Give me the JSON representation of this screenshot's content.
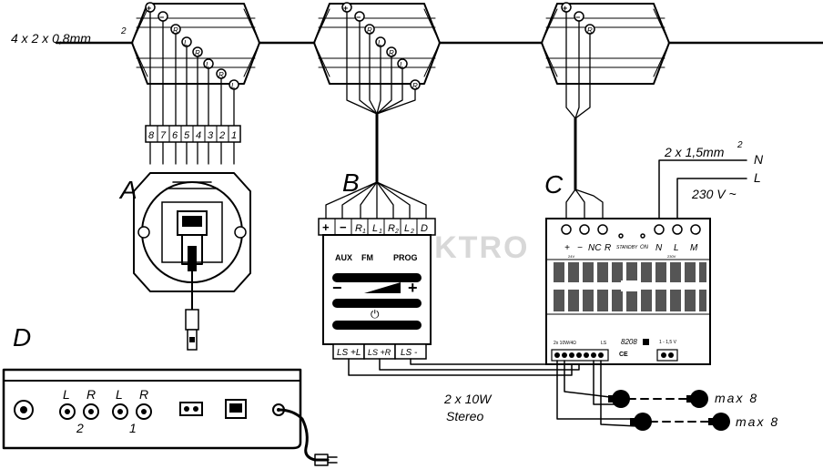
{
  "cable_spec": "4 x 2 x 0,8mm",
  "cable_spec_sup": "2",
  "terminal_markers": {
    "plus": "+",
    "minus": "−",
    "r": "R",
    "l": "L"
  },
  "mains": {
    "cable": "2 x 1,5mm",
    "cable_sup": "2",
    "n": "N",
    "l": "L",
    "voltage": "230 V ~"
  },
  "unit_a": {
    "letter": "A",
    "pins": [
      "8",
      "7",
      "6",
      "5",
      "4",
      "3",
      "2",
      "1"
    ]
  },
  "unit_b": {
    "letter": "B",
    "terminals": [
      "+",
      "−",
      "R",
      "L",
      "R",
      "L",
      "D"
    ],
    "terminal_subs": [
      "",
      "",
      "1",
      "1",
      "2",
      "2",
      ""
    ],
    "aux": "AUX",
    "fm": "FM",
    "prog": "PROG",
    "minus": "−",
    "plus": "+",
    "power_symbol": "⏻",
    "ls_left": "LS +L",
    "ls_right": "LS +R",
    "ls_common": "LS -"
  },
  "unit_c": {
    "letter": "C",
    "top_labels": [
      "+",
      "−",
      "NC",
      "R",
      "STANDBY",
      "ON",
      "N",
      "L",
      "M"
    ],
    "rating_left": "24V",
    "rating_right": "230V",
    "bottom_left": "2x 10W/4Ω",
    "bottom_mid": "LS",
    "model": "8208",
    "bottom_right": "1 - 1,5 V",
    "ce": "CE"
  },
  "unit_d": {
    "letter": "D",
    "input_l2": "L",
    "input_r2": "R",
    "input_num2": "2",
    "input_l1": "L",
    "input_r1": "R",
    "input_num1": "1"
  },
  "speaker_output": {
    "line1": "2 x 10W",
    "line2": "Stereo"
  },
  "speakers": {
    "top_max": "max  8",
    "bottom_max": "max  8"
  },
  "watermark": "ELEKTRO"
}
